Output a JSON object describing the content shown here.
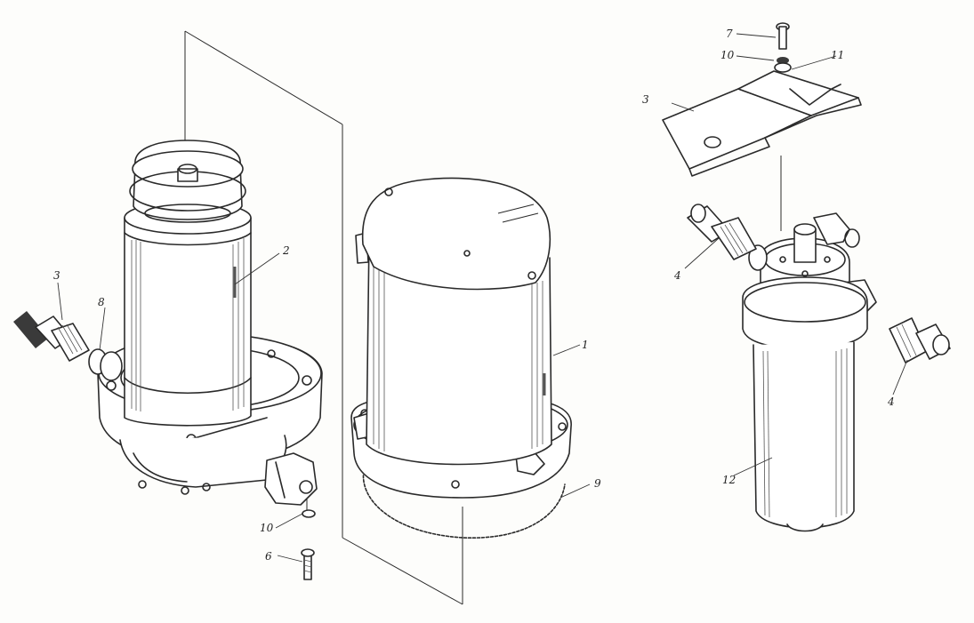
{
  "callouts": [
    {
      "id": "c1",
      "text": "1"
    },
    {
      "id": "c2",
      "text": "2"
    },
    {
      "id": "c3",
      "text": "3"
    },
    {
      "id": "c3b",
      "text": "3"
    },
    {
      "id": "c4a",
      "text": "4"
    },
    {
      "id": "c4b",
      "text": "4"
    },
    {
      "id": "c6",
      "text": "6"
    },
    {
      "id": "c7",
      "text": "7"
    },
    {
      "id": "c8",
      "text": "8"
    },
    {
      "id": "c9",
      "text": "9"
    },
    {
      "id": "c10a",
      "text": "10"
    },
    {
      "id": "c10b",
      "text": "10"
    },
    {
      "id": "c11",
      "text": "11"
    },
    {
      "id": "c12",
      "text": "12"
    }
  ],
  "colors": {
    "ink": "#2a2a2a",
    "paper": "#fdfdfb"
  }
}
